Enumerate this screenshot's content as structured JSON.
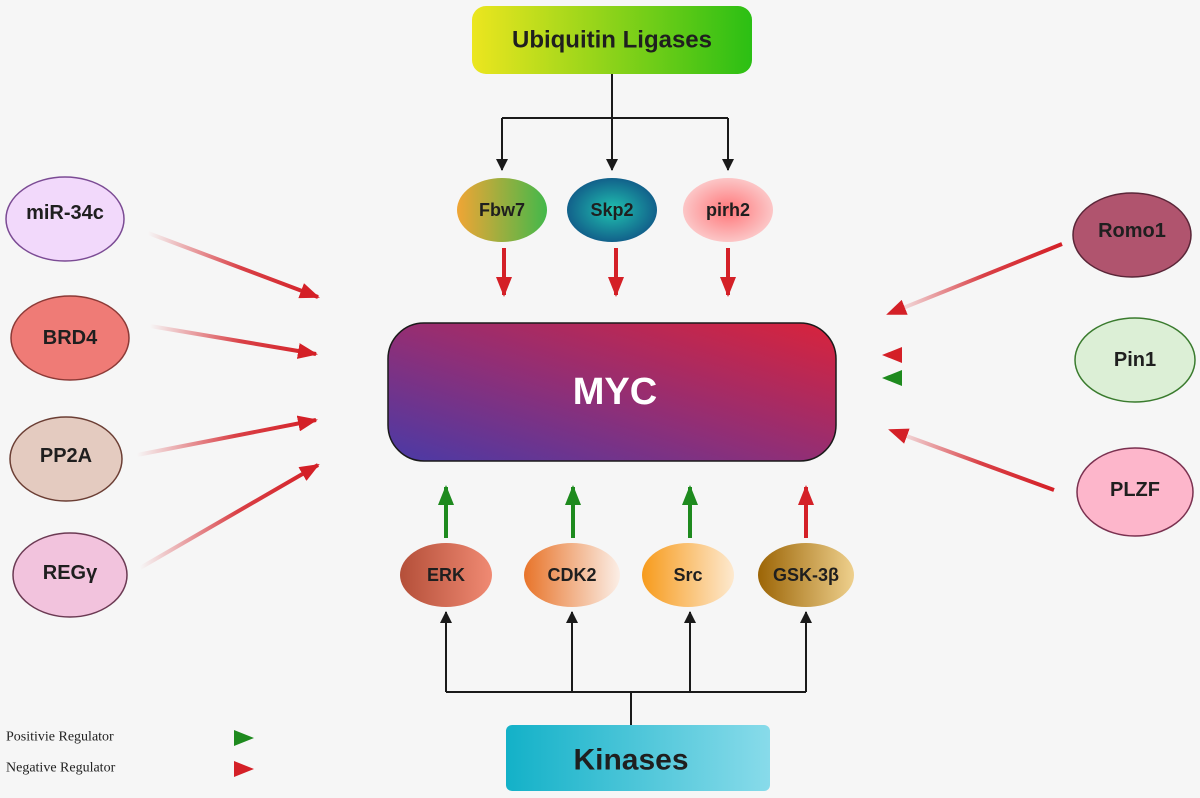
{
  "center": {
    "label": "MYC"
  },
  "ubiquitin": {
    "title": "Ubiquitin Ligases",
    "items": [
      "Fbw7",
      "Skp2",
      "pirh2"
    ]
  },
  "kinases": {
    "title": "Kinases",
    "items": [
      "ERK",
      "CDK2",
      "Src",
      "GSK-3β"
    ]
  },
  "left_regulators": [
    "miR-34c",
    "BRD4",
    "PP2A",
    "REGγ"
  ],
  "right_regulators": [
    "Romo1",
    "Pin1",
    "PLZF"
  ],
  "legend": {
    "positive": "Positivie Regulator",
    "negative": "Negative Regulator"
  },
  "colors": {
    "positive_arrow": "#1e8a1e",
    "negative_arrow": "#d42027",
    "connector": "#1a1a1a"
  }
}
